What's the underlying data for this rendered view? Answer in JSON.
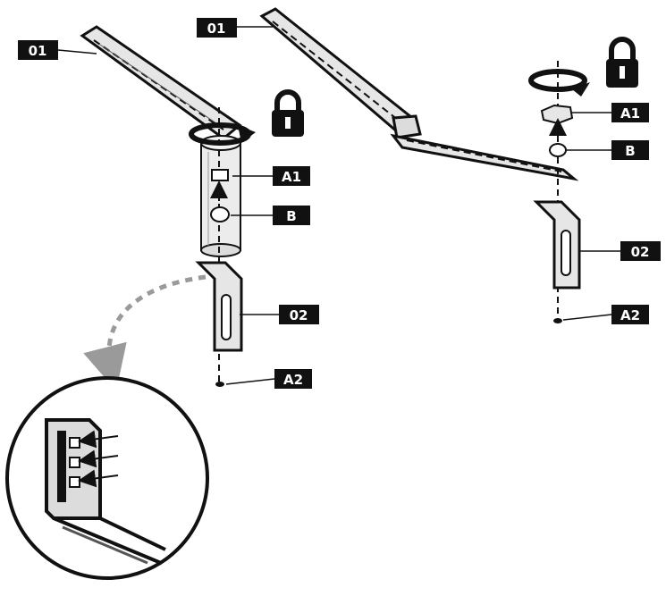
{
  "diagram": {
    "labels": {
      "arm": "01",
      "bracket": "02",
      "nut": "A1",
      "washer": "B",
      "bolt": "A2"
    },
    "icons": [
      "lock-icon",
      "rotate-arrow-icon",
      "detail-magnifier-circle"
    ],
    "colors": {
      "ink": "#111111",
      "label_text": "#ffffff",
      "part_fill": "#e6e6e6",
      "dashed_arrow": "#9a9a9a"
    }
  }
}
